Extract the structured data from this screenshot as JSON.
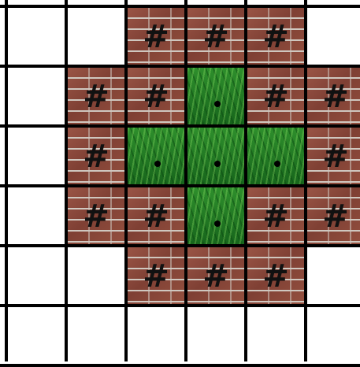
{
  "board": {
    "rows": 6,
    "cols": 6,
    "tiles": [
      [
        "empty",
        "empty",
        "wall",
        "wall",
        "wall",
        "empty"
      ],
      [
        "empty",
        "wall",
        "wall",
        "grass",
        "wall",
        "wall"
      ],
      [
        "empty",
        "wall",
        "grass",
        "grass",
        "grass",
        "wall"
      ],
      [
        "empty",
        "wall",
        "wall",
        "grass",
        "wall",
        "wall"
      ],
      [
        "empty",
        "empty",
        "wall",
        "wall",
        "wall",
        "empty"
      ],
      [
        "empty",
        "empty",
        "empty",
        "empty",
        "empty",
        "empty"
      ]
    ],
    "wall_symbol": "#",
    "marker": "dot",
    "markers": [
      [
        1,
        3
      ],
      [
        2,
        2
      ],
      [
        2,
        3
      ],
      [
        2,
        4
      ],
      [
        3,
        3
      ]
    ]
  },
  "colors": {
    "grid_line": "#000000",
    "empty": "#ffffff",
    "wall": "#8a4a3c",
    "grass": "#1f7a24",
    "marker": "#000000"
  }
}
